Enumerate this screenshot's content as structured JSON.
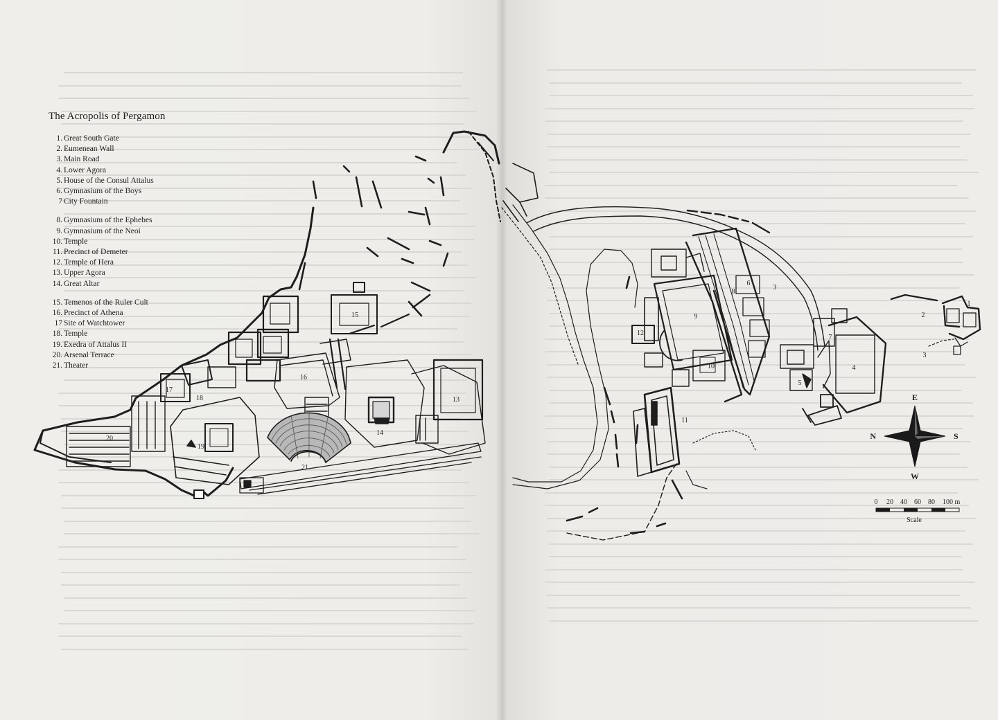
{
  "map": {
    "title": "The Acropolis of Pergamon",
    "legend": [
      {
        "num": "1.",
        "name": "Great South Gate"
      },
      {
        "num": "2.",
        "name": "Eumenean Wall"
      },
      {
        "num": "3.",
        "name": "Main Road"
      },
      {
        "num": "4.",
        "name": "Lower Agora"
      },
      {
        "num": "5.",
        "name": "House of the Consul Attalus"
      },
      {
        "num": "6.",
        "name": "Gymnasium of the Boys"
      },
      {
        "num": "7",
        "name": "City Fountain"
      },
      {
        "num": "8.",
        "name": "Gymnasium of the Ephebes"
      },
      {
        "num": "9.",
        "name": "Gymnasium of the Neoi"
      },
      {
        "num": "10.",
        "name": "Temple"
      },
      {
        "num": "11.",
        "name": "Precinct of Demeter"
      },
      {
        "num": "12.",
        "name": "Temple of Hera"
      },
      {
        "num": "13.",
        "name": "Upper Agora"
      },
      {
        "num": "14.",
        "name": "Great Altar"
      },
      {
        "num": "15.",
        "name": "Temenos of the Ruler Cult"
      },
      {
        "num": "16.",
        "name": "Precinct of Athena"
      },
      {
        "num": "17",
        "name": "Site of Watchtower"
      },
      {
        "num": "18.",
        "name": "Temple"
      },
      {
        "num": "19.",
        "name": "Exedra of Attalus II"
      },
      {
        "num": "20.",
        "name": "Arsenal Terrace"
      },
      {
        "num": "21.",
        "name": "Theater"
      }
    ],
    "legend_groups_break_before": [
      7,
      14
    ],
    "plan_labels": [
      "1",
      "2",
      "3",
      "4",
      "5",
      "6",
      "7",
      "8",
      "9",
      "10",
      "11",
      "12",
      "13",
      "14",
      "15",
      "16",
      "17",
      "18",
      "19",
      "20",
      "21",
      "3"
    ],
    "compass": {
      "north": "N",
      "south": "S",
      "east": "E",
      "west": "W"
    },
    "scale": {
      "ticks": [
        "0",
        "20",
        "40",
        "60",
        "80",
        "100 m"
      ],
      "label": "Scale"
    }
  }
}
